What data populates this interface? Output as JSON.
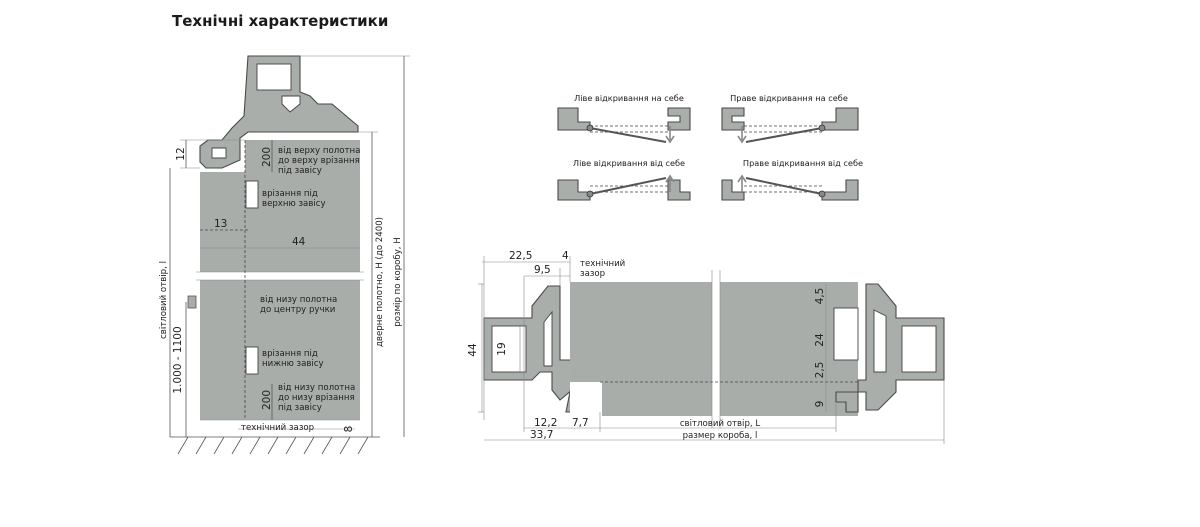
{
  "title": "Технічні характеристики",
  "left": {
    "dim_12": "12",
    "dim_200_top": "200",
    "top_cut_text": [
      "від верху полотна",
      "до верху врізання",
      "під завісу"
    ],
    "upper_hinge": [
      "врізання під",
      "верхню завісу"
    ],
    "dim_13": "13",
    "dim_44": "44",
    "handle_text": [
      "від низу полотна",
      "до центру ручки"
    ],
    "lower_hinge": [
      "врізання під",
      "нижню завісу"
    ],
    "dim_200_bottom": "200",
    "bottom_cut_text": [
      "від низу полотна",
      "до низу врізання",
      "під завісу"
    ],
    "tech_gap": "технічний зазор",
    "dim_8": "8",
    "light_opening": "світловий отвір, l",
    "handle_height": "1.000 - 1100",
    "door_leaf": "дверне полотно, H (до 2400)",
    "box_size": "розмір по коробу, H"
  },
  "openings": [
    "Ліве відкривання на себе",
    "Праве відкривання на себе",
    "Ліве відкривання від себе",
    "Праве відкривання від себе"
  ],
  "section": {
    "dim_22_5": "22,5",
    "dim_4": "4",
    "dim_9_5": "9,5",
    "tech_gap": [
      "технічний",
      "зазор"
    ],
    "dim_44": "44",
    "dim_19": "19",
    "dim_4_5": "4,5",
    "dim_24": "24",
    "dim_2_5": "2,5",
    "dim_9": "9",
    "dim_12_2": "12,2",
    "dim_7_7": "7,7",
    "dim_33_7": "33,7",
    "light_opening": "світловий отвір, L",
    "box_size": "размер короба, l"
  },
  "colors": {
    "panel": "#a8adaa",
    "outline": "#4a4a4a",
    "text": "#222222"
  }
}
